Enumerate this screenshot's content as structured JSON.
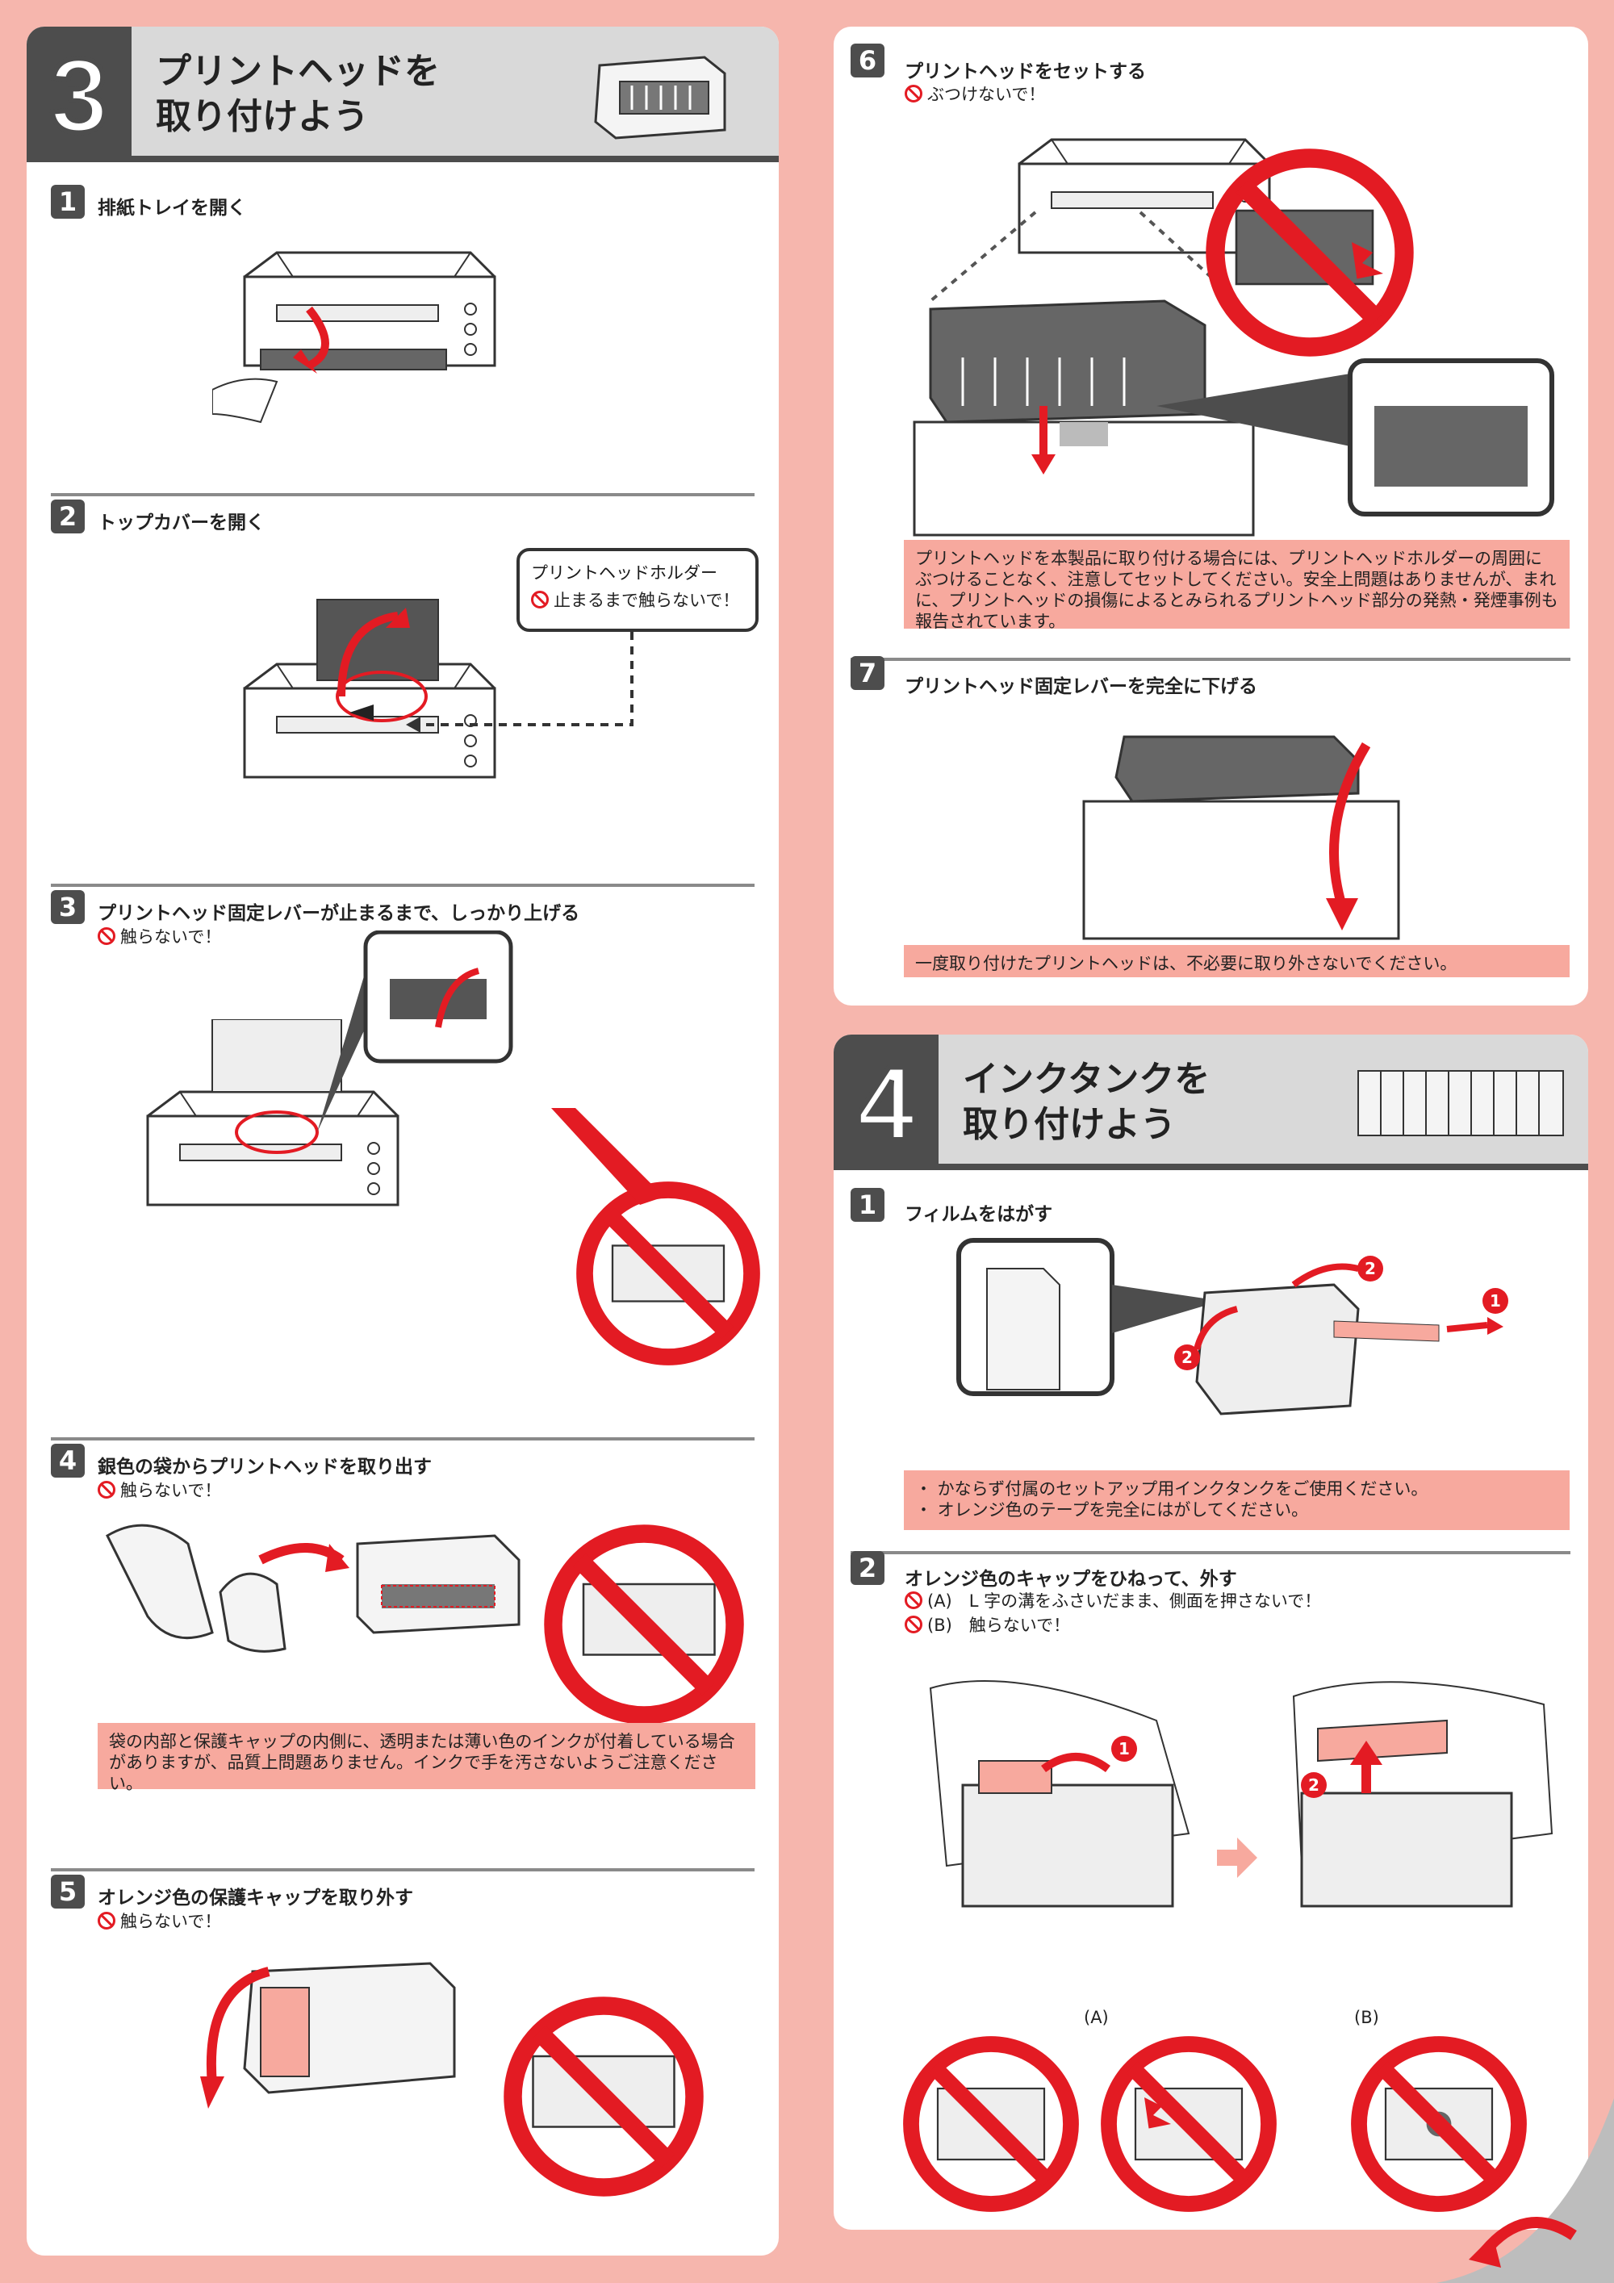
{
  "section3": {
    "number": "3",
    "title_line1": "プリントヘッドを",
    "title_line2": "取り付けよう",
    "steps": [
      {
        "num": "1",
        "title": "排紙トレイを開く"
      },
      {
        "num": "2",
        "title": "トップカバーを開く",
        "callout_title": "プリントヘッドホルダー",
        "callout_warn": "止まるまで触らないで！"
      },
      {
        "num": "3",
        "title": "プリントヘッド固定レバーが止まるまで、しっかり上げる",
        "warn": "触らないで！"
      },
      {
        "num": "4",
        "title": "銀色の袋からプリントヘッドを取り出す",
        "warn": "触らないで！",
        "note": "袋の内部と保護キャップの内側に、透明または薄い色のインクが付着している場合がありますが、品質上問題ありません。インクで手を汚さないようご注意ください。"
      },
      {
        "num": "5",
        "title": "オレンジ色の保護キャップを取り外す",
        "warn": "触らないで！"
      },
      {
        "num": "6",
        "title": "プリントヘッドをセットする",
        "warn": "ぶつけないで！",
        "note": "プリントヘッドを本製品に取り付ける場合には、プリントヘッドホルダーの周囲にぶつけることなく、注意してセットしてください。安全上問題はありませんが、まれに、プリントヘッドの損傷によるとみられるプリントヘッド部分の発熱・発煙事例も報告されています。"
      },
      {
        "num": "7",
        "title": "プリントヘッド固定レバーを完全に下げる",
        "note": "一度取り付けたプリントヘッドは、不必要に取り外さないでください。"
      }
    ]
  },
  "section4": {
    "number": "4",
    "title_line1": "インクタンクを",
    "title_line2": "取り付けよう",
    "steps": [
      {
        "num": "1",
        "title": "フィルムをはがす",
        "note_line1": "・ かならず付属のセットアップ用インクタンクをご使用ください。",
        "note_line2": "・ オレンジ色のテープを完全にはがしてください。"
      },
      {
        "num": "2",
        "title": "オレンジ色のキャップをひねって、外す",
        "warn_a": "(A)　L 字の溝をふさいだまま、側面を押さないで！",
        "warn_b": "(B)　触らないで！",
        "label_a": "(A)",
        "label_b": "(B)"
      }
    ],
    "markers": {
      "one": "1",
      "two": "2"
    }
  },
  "colors": {
    "accent_red": "#e31b23",
    "note_bg": "#f7a99e",
    "page_bg": "#f6b6ad",
    "header_gray": "#d9d9d9",
    "dark_gray": "#4d4d4d"
  }
}
